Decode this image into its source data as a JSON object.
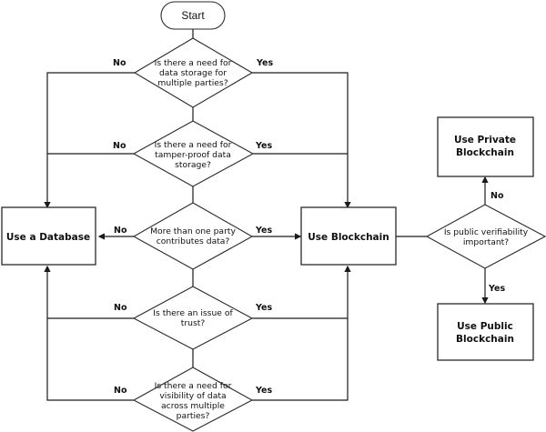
{
  "start": {
    "label": "Start"
  },
  "decisions": [
    {
      "id": "d1",
      "lines": [
        "Is there a need for",
        "data storage for",
        "multiple parties?"
      ],
      "no": "No",
      "yes": "Yes"
    },
    {
      "id": "d2",
      "lines": [
        "Is there a need for",
        "tamper-proof data",
        "storage?"
      ],
      "no": "No",
      "yes": "Yes"
    },
    {
      "id": "d3",
      "lines": [
        "More than one party",
        "contributes data?"
      ],
      "no": "No",
      "yes": "Yes"
    },
    {
      "id": "d4",
      "lines": [
        "Is there an issue of",
        "trust?"
      ],
      "no": "No",
      "yes": "Yes"
    },
    {
      "id": "d5",
      "lines": [
        "Is there a need for",
        "visibility of data",
        "across multiple",
        "parties?"
      ],
      "no": "No",
      "yes": "Yes"
    },
    {
      "id": "d6",
      "lines": [
        "Is public verifiability",
        "important?"
      ],
      "no": "No",
      "yes": "Yes"
    }
  ],
  "actions": {
    "database": {
      "lines": [
        "Use a Database"
      ]
    },
    "blockchain": {
      "lines": [
        "Use Blockchain"
      ]
    },
    "private": {
      "lines": [
        "Use Private",
        "Blockchain"
      ]
    },
    "public": {
      "lines": [
        "Use Public",
        "Blockchain"
      ]
    }
  }
}
